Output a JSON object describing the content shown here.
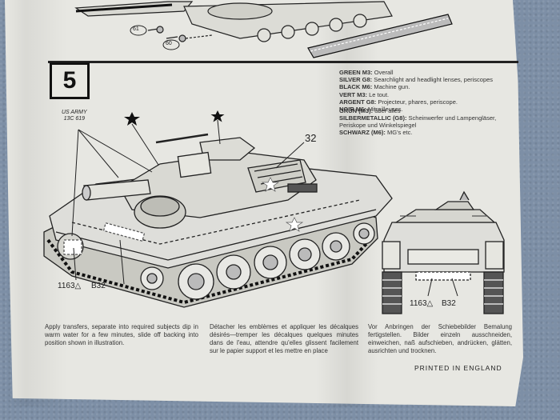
{
  "step": {
    "number": "5"
  },
  "paints": [
    {
      "id": "en",
      "lines": [
        {
          "label": "GREEN M3:",
          "text": " Overall"
        },
        {
          "label": "SILVER G8:",
          "text": " Searchlight and headlight lenses, periscopes"
        },
        {
          "label": "BLACK M6:",
          "text": " Machine gun."
        }
      ]
    },
    {
      "id": "fr",
      "lines": [
        {
          "label": "VERT M3:",
          "text": " Le tout."
        },
        {
          "label": "ARGENT G8:",
          "text": " Projecteur, phares, periscope."
        },
        {
          "label": "NOIR M6:",
          "text": " Mitrailleuses."
        }
      ]
    },
    {
      "id": "de",
      "lines": [
        {
          "label": "GRÜN (M3):",
          "text": " über alles"
        },
        {
          "label": "SILBERMETALLIC (G8):",
          "text": " Scheinwerfer und Lampengläser, Periskope und Winkelspiegel"
        },
        {
          "label": "SCHWARZ (M6):",
          "text": " MG's etc."
        }
      ]
    }
  ],
  "callouts": {
    "us_army": "US ARMY",
    "us_army_serial": "13C  619",
    "part_61": "61",
    "part_60": "60",
    "part_32": "32",
    "decal_left_a": "1163△",
    "decal_left_b": "B32",
    "decal_right_a": "1163△",
    "decal_right_b": "B32"
  },
  "instructions": {
    "en": "Apply transfers, separate into required subjects dip in warm water for a few minutes, slide off backing into position shown in illustration.",
    "fr": "Détacher les emblèmes et appliquer les décalques désirés—tremper les décalques quelques minutes dans de l'eau, attendre qu'elles glissent facilement sur le papier support et les mettre en place",
    "de": "Vor Anbringen der Schiebebilder Bemalung fertigstellen. Bilder einzeln ausschneiden, einweichen, naß aufschieben, andrücken, glätten, ausrichten und trocknen."
  },
  "footer": {
    "printed": "PRINTED IN ENGLAND"
  }
}
